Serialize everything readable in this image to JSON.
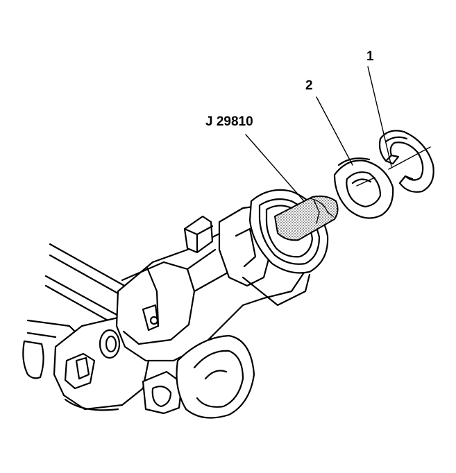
{
  "callouts": {
    "item1": "1",
    "item2": "2",
    "tool": "J 29810"
  }
}
